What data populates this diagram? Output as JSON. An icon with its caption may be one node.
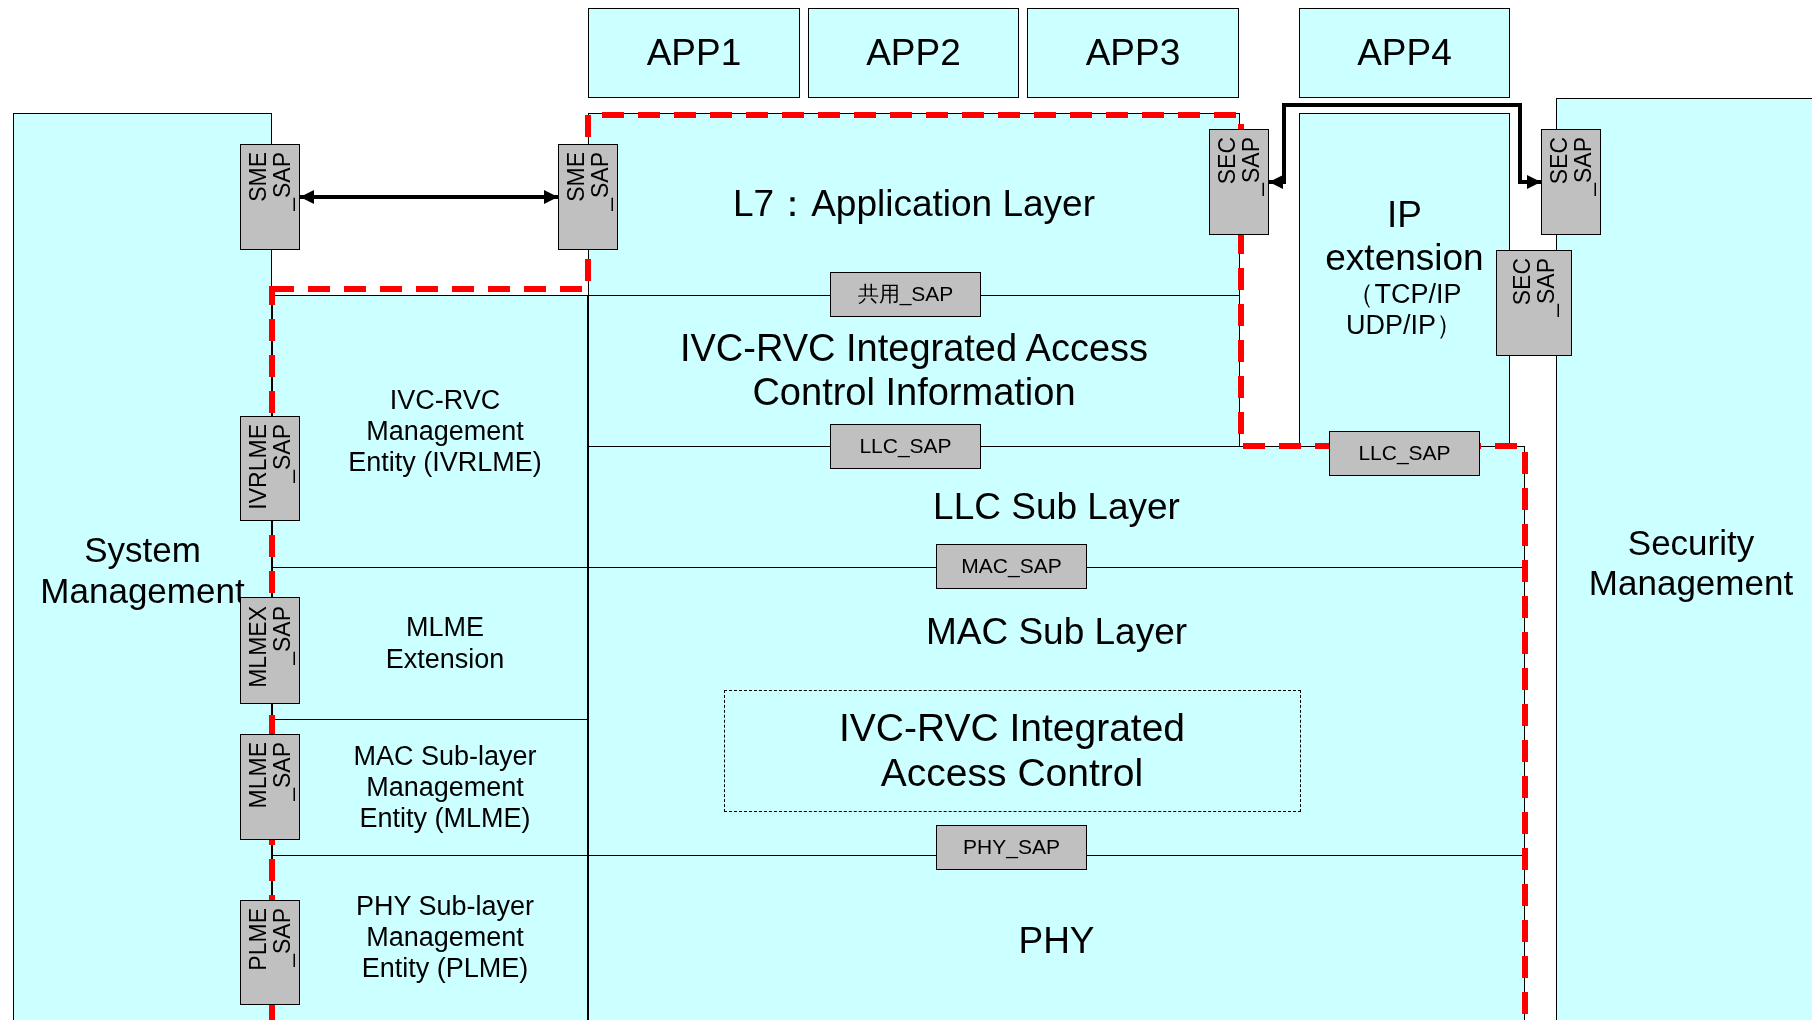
{
  "diagram": {
    "nodes": [
      {
        "text": [
          "APP1"
        ]
      },
      {
        "text": [
          "APP2"
        ]
      },
      {
        "text": [
          "APP3"
        ]
      },
      {
        "text": [
          "APP4"
        ]
      },
      {
        "text": [
          "System Management"
        ]
      },
      {
        "text": [
          "SME _SAP"
        ]
      },
      {
        "text": [
          "SME _SAP"
        ]
      },
      {
        "text": [
          "L7：Application Layer"
        ]
      },
      {
        "text": [
          "SEC _SAP"
        ]
      },
      {
        "text": [
          "IP extension",
          "（TCP/IP UDP/IP）"
        ]
      },
      {
        "text": [
          "SEC _SAP"
        ]
      },
      {
        "text": [
          "Security Management"
        ]
      },
      {
        "text": [
          "SEC _SAP"
        ]
      },
      {
        "text": [
          "共用_SAP"
        ]
      },
      {
        "text": [
          "IVC-RVC Management Entity (IVRLME)"
        ]
      },
      {
        "text": [
          "IVRLME _SAP"
        ]
      },
      {
        "text": [
          "IVC-RVC Integrated Access Control Information"
        ]
      },
      {
        "text": [
          "LLC_SAP"
        ]
      },
      {
        "text": [
          "LLC_SAP"
        ]
      },
      {
        "text": [
          "LLC Sub Layer"
        ]
      },
      {
        "text": [
          "MAC_SAP"
        ]
      },
      {
        "text": [
          "MLMEX _SAP"
        ]
      },
      {
        "text": [
          "MLME Extension"
        ]
      },
      {
        "text": [
          "MAC Sub Layer"
        ]
      },
      {
        "text": [
          "IVC-RVC Integrated Access Control"
        ],
        "in": 23
      },
      {
        "text": [
          "MLME _SAP"
        ]
      },
      {
        "text": [
          "MAC Sub-layer Management Entity (MLME)"
        ]
      },
      {
        "text": [
          "PHY_SAP"
        ]
      },
      {
        "text": [
          "PLME _SAP"
        ]
      },
      {
        "text": [
          "PHY Sub-layer Management Entity (PLME)"
        ]
      },
      {
        "text": [
          "PHY"
        ]
      }
    ],
    "edges": [
      {
        "from": 5,
        "to": 6,
        "arrow": "both"
      },
      {
        "from": 8,
        "to": 10,
        "arrow": "both"
      }
    ]
  }
}
